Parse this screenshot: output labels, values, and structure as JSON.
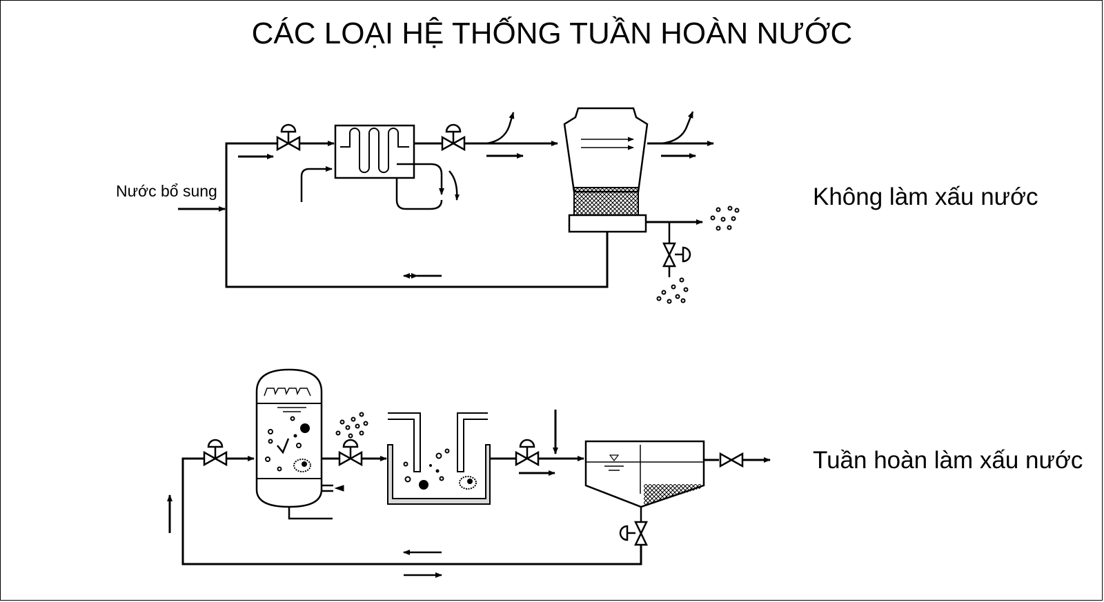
{
  "title": "CÁC LOẠI HỆ THỐNG TUẦN HOÀN NƯỚC",
  "labels": {
    "makeup_water": "Nước bổ sung",
    "system_1": "Không làm xấu nước",
    "system_2": "Tuần hoàn làm xấu nước"
  },
  "colors": {
    "line": "#000000",
    "tank_fill": "#d9d9d9",
    "background": "#ffffff"
  },
  "icons": [
    "control-valve-icon",
    "heat-exchanger-icon",
    "cooling-tower-icon",
    "pressure-filter-icon",
    "settling-tank-icon",
    "clarifier-icon",
    "flow-arrow-icon"
  ]
}
